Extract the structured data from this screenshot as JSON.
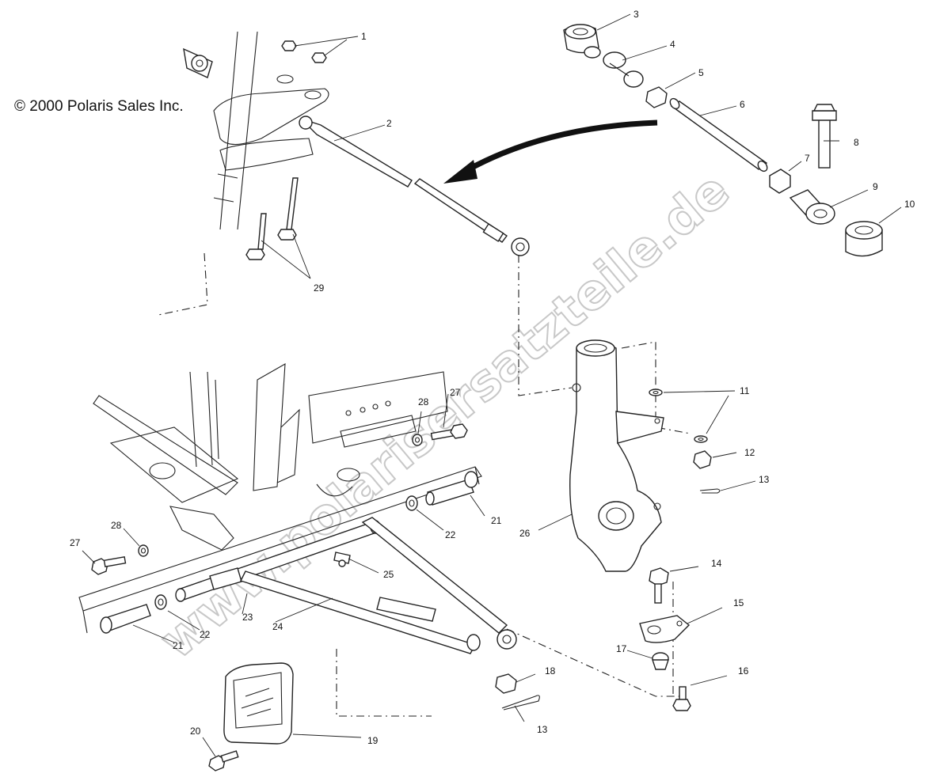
{
  "copyright": "© 2000 Polaris Sales Inc.",
  "watermark": "www.polarisersatzteile.de",
  "callouts": {
    "c1": "1",
    "c2": "2",
    "c3": "3",
    "c4": "4",
    "c5": "5",
    "c6": "6",
    "c7": "7",
    "c8": "8",
    "c9": "9",
    "c10": "10",
    "c11": "11",
    "c12": "12",
    "c13a": "13",
    "c14": "14",
    "c15": "15",
    "c16": "16",
    "c17": "17",
    "c18": "18",
    "c13b": "13",
    "c19": "19",
    "c20": "20",
    "c21a": "21",
    "c22a": "22",
    "c21b": "21",
    "c22b": "22",
    "c23": "23",
    "c24": "24",
    "c25": "25",
    "c26": "26",
    "c27a": "27",
    "c28a": "28",
    "c27b": "27",
    "c28b": "28",
    "c29": "29"
  }
}
